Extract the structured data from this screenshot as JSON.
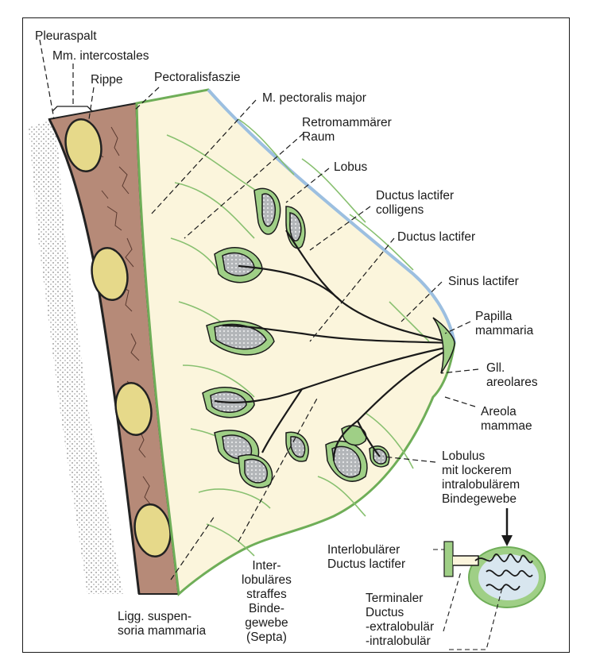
{
  "labels": {
    "pleuraspalt": "Pleuraspalt",
    "intercostales": "Mm. intercostales",
    "rippe": "Rippe",
    "pectoralisfaszie": "Pectoralisfaszie",
    "pectoralis_major": "M. pectoralis major",
    "retromammaerer": [
      "Retromammärer",
      "Raum"
    ],
    "lobus": "Lobus",
    "colligens": [
      "Ductus lactifer",
      "colligens"
    ],
    "ductus_lactifer": "Ductus lactifer",
    "sinus": "Sinus lactifer",
    "papilla": [
      "Papilla",
      "mammaria"
    ],
    "gll": [
      "Gll.",
      "areolares"
    ],
    "areola": [
      "Areola",
      "mammae"
    ],
    "lobulus": [
      "Lobulus",
      "mit lockerem",
      "intralobulärem",
      "Bindegewebe"
    ],
    "interlob_ductus": [
      "Interlobulärer",
      "Ductus lactifer"
    ],
    "terminaler": [
      "Terminaler",
      "Ductus",
      "-extralobulär",
      "-intralobulär"
    ],
    "interlob_bg": [
      "Inter-",
      "lobuläres",
      "straffes",
      "Binde-",
      "gewebe",
      "(Septa)"
    ],
    "ligg": [
      "Ligg. suspen-",
      "soria mammaria"
    ]
  },
  "colors": {
    "fat": "#fbf5dc",
    "connective": "#9fcf86",
    "connective_line": "#6fae58",
    "skin_edge": "#9cbfe0",
    "muscle": "#b68a78",
    "rib": "#e6d98a",
    "lobule": "#b9bcbf",
    "ink": "#1a1a1a"
  }
}
